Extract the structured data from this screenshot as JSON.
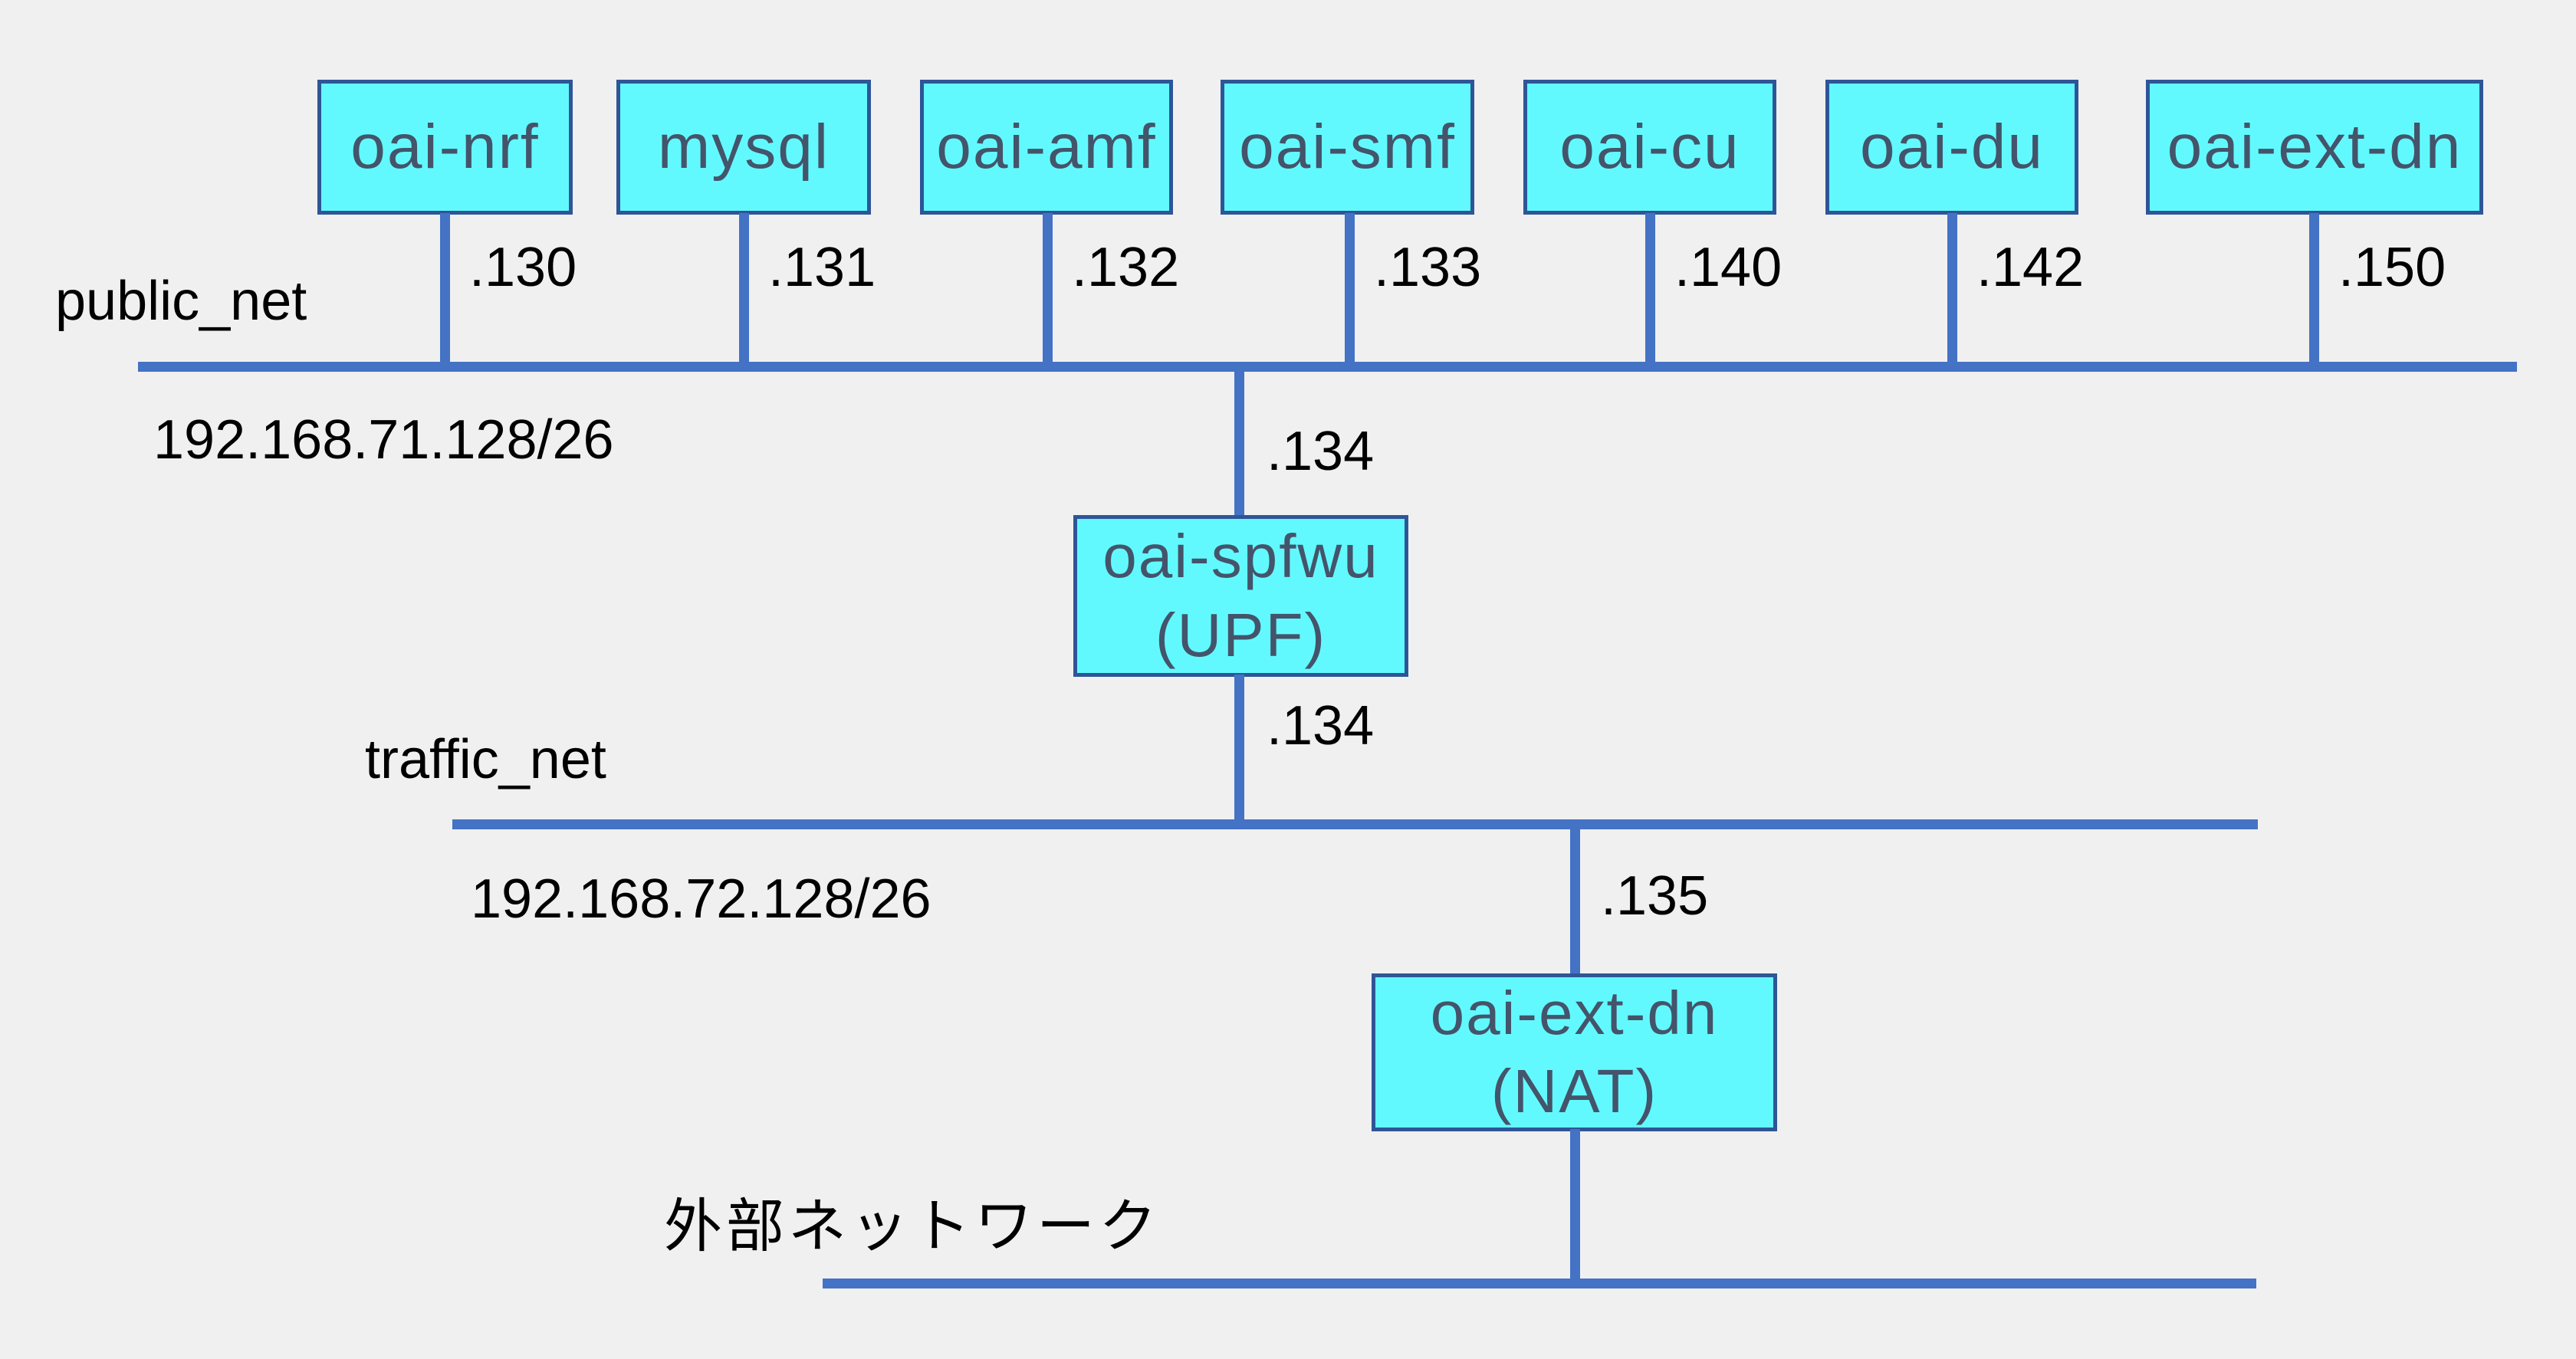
{
  "diagram": {
    "title_implicit": "5G core network topology",
    "colors": {
      "background": "#f0f0f1",
      "bus_line": "#4472c4",
      "box_fill": "#62f9fe",
      "box_border": "#2e5597",
      "box_text": "#44546a",
      "label_text": "#000000"
    }
  },
  "public_net": {
    "label": "public_net",
    "cidr": "192.168.71.128/26"
  },
  "traffic_net": {
    "label": "traffic_net",
    "cidr": "192.168.72.128/26"
  },
  "external_net": {
    "label": "外部ネットワーク"
  },
  "nodes": [
    {
      "label": "oai-nrf",
      "ip": ".130"
    },
    {
      "label": "mysql",
      "ip": ".131"
    },
    {
      "label": "oai-amf",
      "ip": ".132"
    },
    {
      "label": "oai-smf",
      "ip": ".133"
    },
    {
      "label": "oai-cu",
      "ip": ".140"
    },
    {
      "label": "oai-du",
      "ip": ".142"
    },
    {
      "label": "oai-ext-dn",
      "ip": ".150"
    }
  ],
  "upf": {
    "name": "oai-spfwu",
    "role": "(UPF)",
    "public_ip": ".134",
    "traffic_ip": ".134"
  },
  "nat": {
    "name": "oai-ext-dn",
    "role": "(NAT)",
    "traffic_ip": ".135"
  }
}
